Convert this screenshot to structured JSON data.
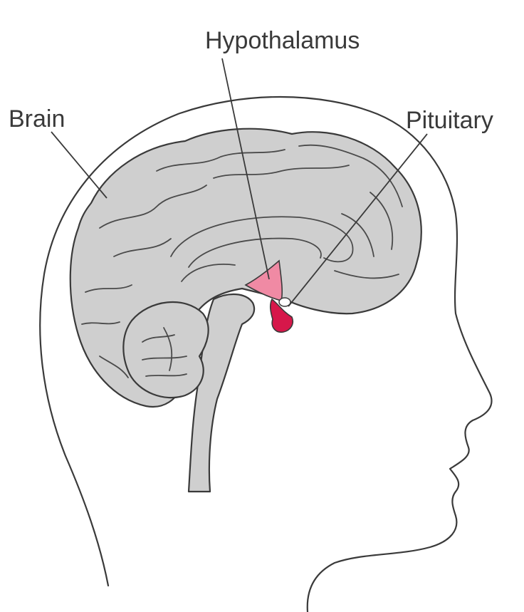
{
  "labels": {
    "hypothalamus": "Hypothalamus",
    "brain": "Brain",
    "pituitary": "Pituitary"
  },
  "colors": {
    "hypothalamus": "#f08aa4",
    "pituitary": "#d6174a",
    "brain": "#cfcfcf",
    "outline": "#3a3a3a"
  }
}
